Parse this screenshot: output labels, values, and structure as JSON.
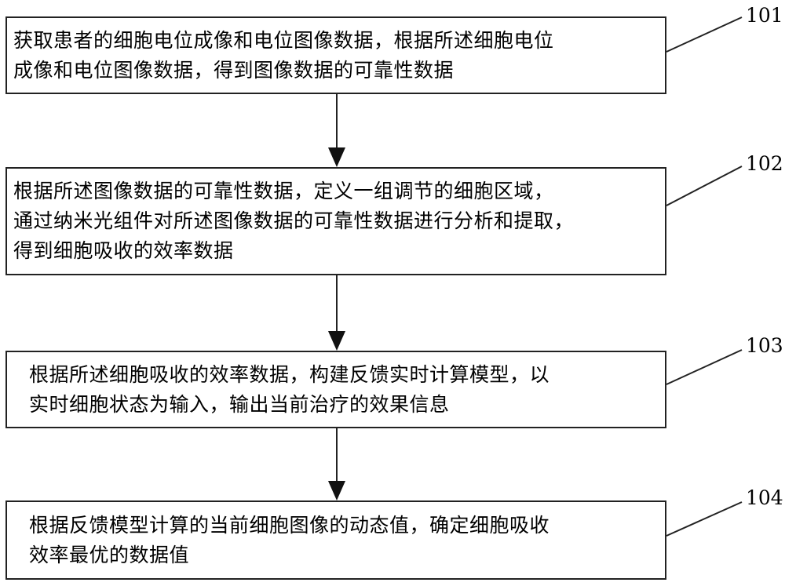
{
  "steps": [
    {
      "ref": "101",
      "lines": [
        "获取患者的细胞电位成像和电位图像数据，根据所述细胞电位",
        "成像和电位图像数据，得到图像数据的可靠性数据"
      ]
    },
    {
      "ref": "102",
      "lines": [
        "根据所述图像数据的可靠性数据，定义一组调节的细胞区域，",
        "通过纳米光组件对所述图像数据的可靠性数据进行分析和提取，",
        "得到细胞吸收的效率数据"
      ]
    },
    {
      "ref": "103",
      "lines": [
        "根据所述细胞吸收的效率数据，构建反馈实时计算模型，以",
        "实时细胞状态为输入，输出当前治疗的效果信息"
      ]
    },
    {
      "ref": "104",
      "lines": [
        "根据反馈模型计算的当前细胞图像的动态值，确定细胞吸收",
        "效率最优的数据值"
      ]
    }
  ]
}
